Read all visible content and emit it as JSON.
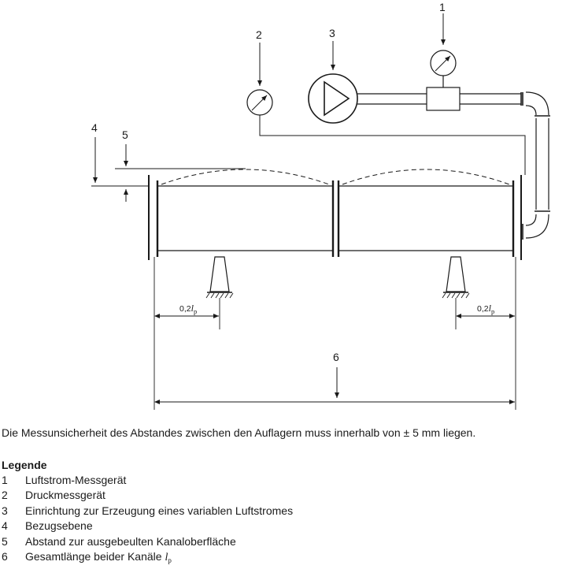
{
  "diagram": {
    "callouts": [
      "1",
      "2",
      "3",
      "4",
      "5",
      "6"
    ],
    "dimension": {
      "prefix": "0,2",
      "symbol": "l",
      "subscript": "p"
    }
  },
  "note": "Die Messunsicherheit des Abstandes zwischen den Auflagern muss innerhalb von ± 5 mm liegen.",
  "legend": {
    "title": "Legende",
    "items": [
      {
        "num": "1",
        "text": "Luftstrom-Messgerät"
      },
      {
        "num": "2",
        "text": "Druckmessgerät"
      },
      {
        "num": "3",
        "text": "Einrichtung zur Erzeugung eines variablen Luftstromes"
      },
      {
        "num": "4",
        "text": "Bezugsebene"
      },
      {
        "num": "5",
        "text": "Abstand zur ausgebeulten Kanaloberfläche"
      },
      {
        "num": "6",
        "text": "Gesamtlänge beider Kanäle",
        "symbol": "l",
        "subscript": "p"
      }
    ]
  }
}
